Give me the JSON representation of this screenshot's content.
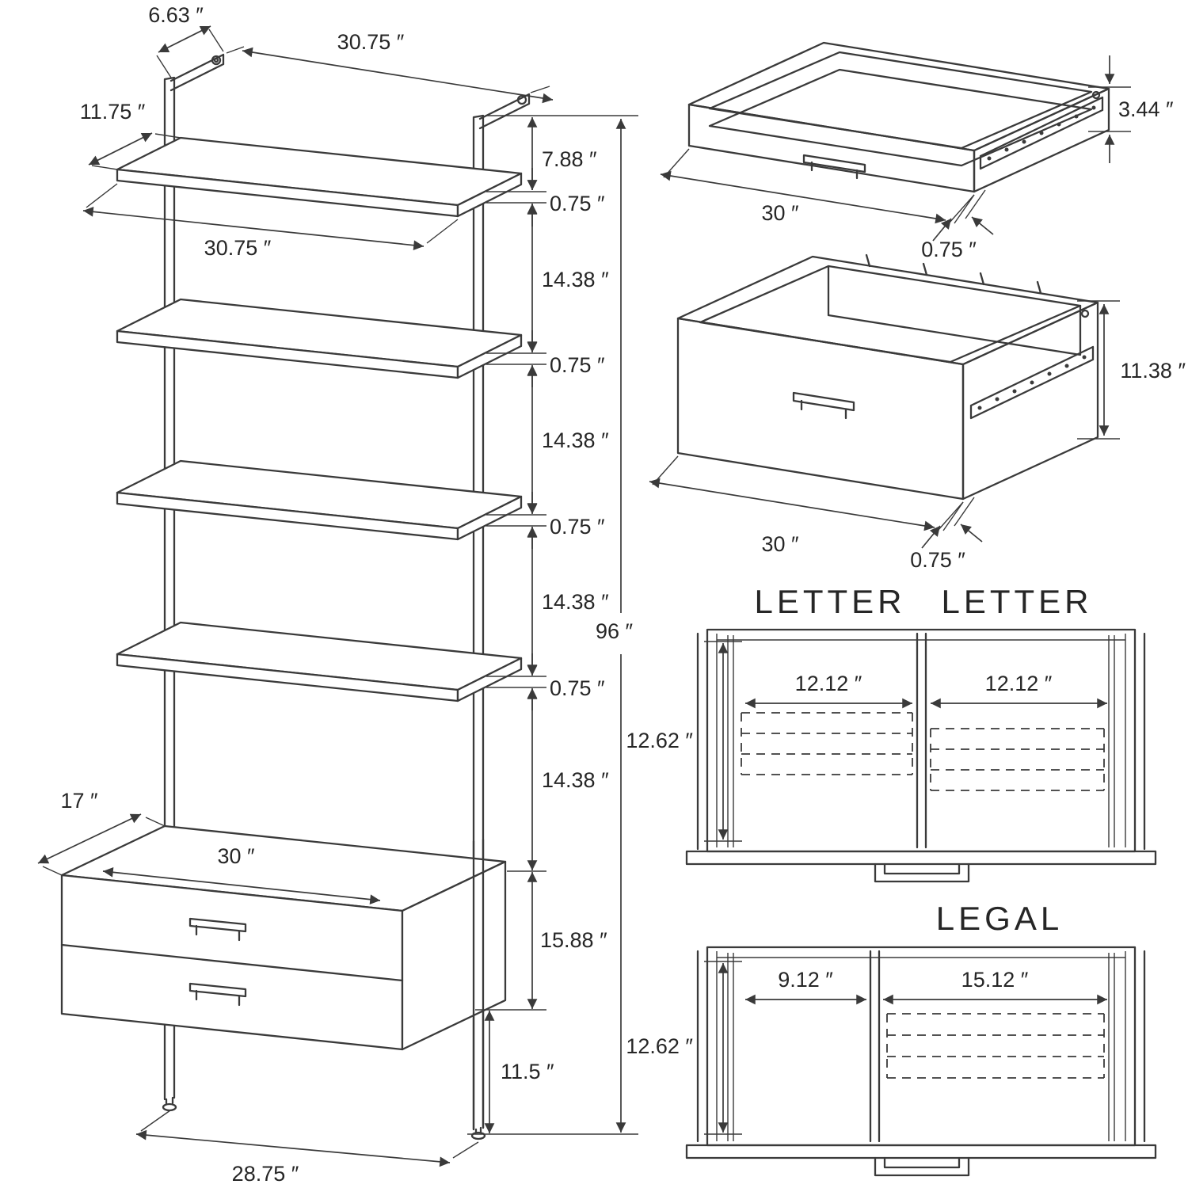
{
  "diagram": {
    "line_color": "#3a3a3a",
    "background": "#ffffff"
  },
  "unit": {
    "bracket_depth": "6.63 ″",
    "top_width": "30.75 ″",
    "shelf_depth": "11.75 ″",
    "top_gap": "7.88 ″",
    "shelf_thickness": "0.75 ″",
    "shelf_width": "30.75 ″",
    "shelf_gap": "14.38 ″",
    "total_height": "96 ″",
    "drawer_depth": "17 ″",
    "drawer_width": "30 ″",
    "drawer_height": "15.88 ″",
    "leg_height": "11.5 ″",
    "base_width": "28.75 ″"
  },
  "small_drawer": {
    "height": "3.44 ″",
    "width": "30 ″",
    "thickness": "0.75 ″"
  },
  "large_drawer": {
    "height": "11.38 ″",
    "width": "30 ″",
    "thickness": "0.75 ″"
  },
  "letter_view": {
    "label_left": "LETTER",
    "label_right": "LETTER",
    "left_width": "12.12 ″",
    "right_width": "12.12 ″",
    "depth": "12.62 ″"
  },
  "legal_view": {
    "label": "LEGAL",
    "left_width": "9.12 ″",
    "right_width": "15.12 ″",
    "depth": "12.62 ″"
  }
}
